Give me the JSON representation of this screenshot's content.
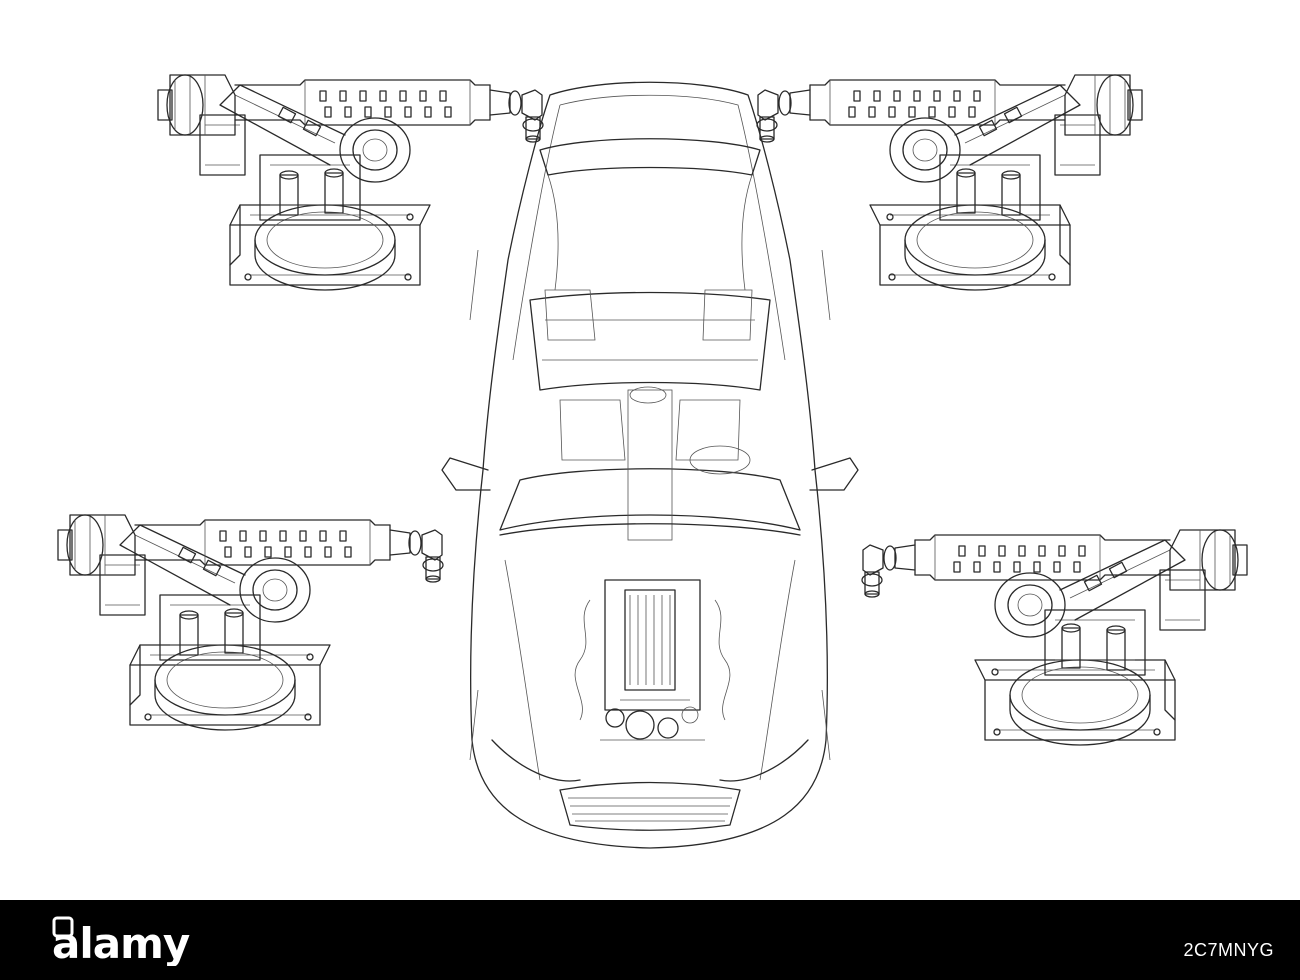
{
  "footer": {
    "logo_text": "alamy",
    "image_id": "2C7MNYG"
  },
  "colors": {
    "drawing_stroke": "#2a2a2a",
    "background": "#ffffff",
    "footer_background": "#000000",
    "footer_text": "#ffffff"
  },
  "robots": [
    {
      "name": "robot-arm-top-left",
      "facing": "right"
    },
    {
      "name": "robot-arm-top-right",
      "facing": "left"
    },
    {
      "name": "robot-arm-bottom-left",
      "facing": "right"
    },
    {
      "name": "robot-arm-bottom-right",
      "facing": "left"
    }
  ]
}
